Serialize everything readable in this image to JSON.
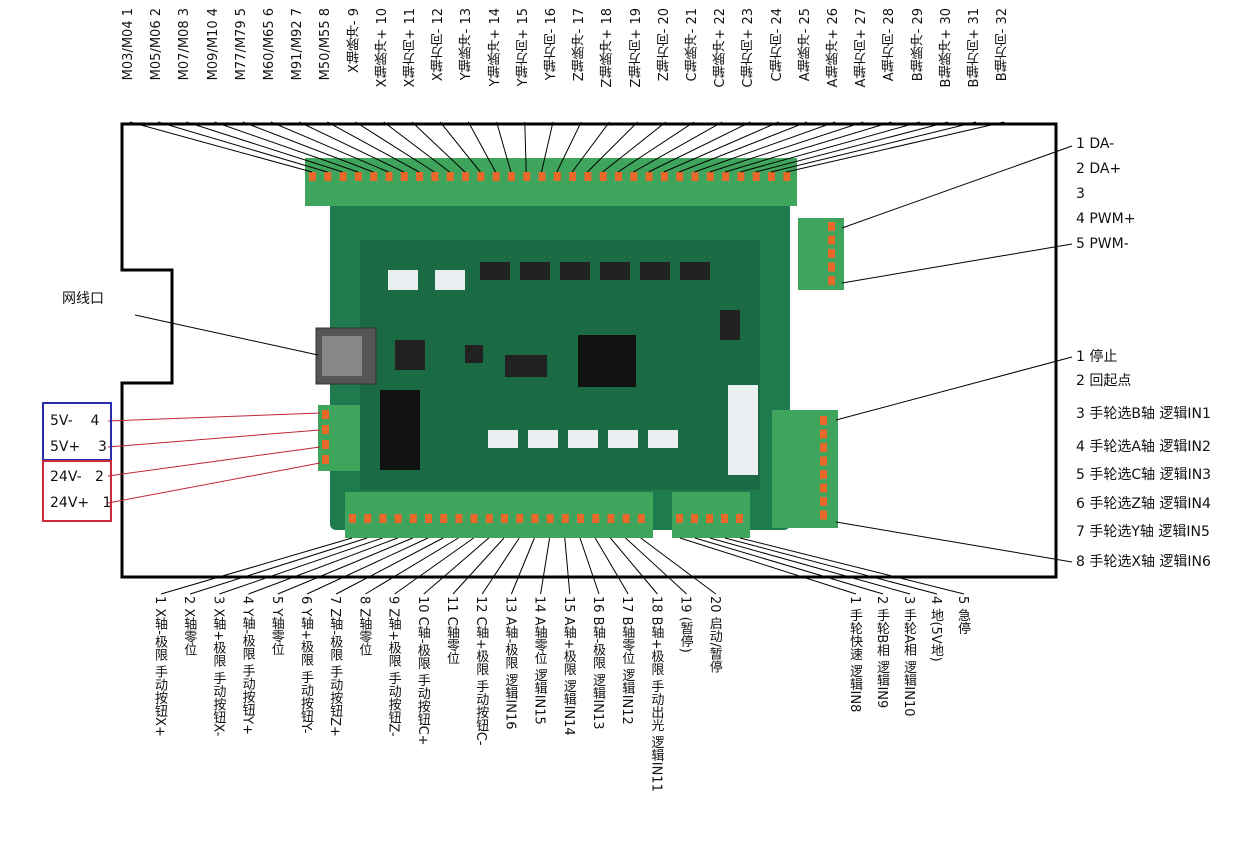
{
  "top_labels": [
    "M03/M04 1",
    "M05/M06 2",
    "M07/M08 3",
    "M09/M10 4",
    "M77/M79 5",
    "M60/M65 6",
    "M91/M92 7",
    "M50/M55 8",
    "X轴脉冲- 9",
    "X轴脉冲+ 10",
    "X轴方向+ 11",
    "X轴方向- 12",
    "Y轴脉冲- 13",
    "Y轴脉冲+ 14",
    "Y轴方向+ 15",
    "Y轴方向- 16",
    "Z轴脉冲- 17",
    "Z轴脉冲+ 18",
    "Z轴方向+ 19",
    "Z轴方向- 20",
    "C轴脉冲- 21",
    "C轴脉冲+ 22",
    "C轴方向+ 23",
    "C轴方向- 24",
    "A轴脉冲- 25",
    "A轴脉冲+ 26",
    "A轴方向+ 27",
    "A轴方向- 28",
    "B轴脉冲- 29",
    "B轴脉冲+ 30",
    "B轴方向+ 31",
    "B轴方向- 32"
  ],
  "right_top_labels": [
    "1  DA-",
    "2 DA+",
    "3",
    "4 PWM+",
    "5 PWM-"
  ],
  "right_mid_labels": [
    "1 停止",
    "2 回起点",
    "3 手轮选B轴  逻辑IN1",
    "4 手轮选A轴  逻辑IN2",
    "5 手轮选C轴  逻辑IN3",
    "6 手轮选Z轴  逻辑IN4",
    "7 手轮选Y轴  逻辑IN5",
    "8 手轮选X轴  逻辑IN6"
  ],
  "network_label": "网线口",
  "power_labels": [
    "5V-    4",
    "5V+    3",
    "24V-   2",
    "24V+   1"
  ],
  "bottom_labels_a": [
    "1  X轴-极限   手动按钮X+",
    "2  X轴零位",
    "3  X轴+极限  手动按钮X-",
    "4  Y轴-极限  手动按钮Y+",
    "5  Y轴零位",
    "6  Y轴+极限   手动按钮Y-",
    "7  Z轴-极限   手动按钮Z+",
    "8  Z轴零位",
    "9  Z轴+极限  手动按钮Z-",
    "10  C轴-极限  手动按钮C+",
    "11  C轴零位",
    "12  C轴+极限   手动按钮C-",
    "13  A轴-极限  逻辑IN16",
    "14  A轴零位   逻辑IN15",
    "15  A轴+极限 逻辑IN14",
    "16  B轴-极限 逻辑IN13",
    "17  B轴零位  逻辑IN12",
    "18  B轴+极限   手动出光  逻辑IN11",
    "19  (暂停)",
    "20  启动/暂停"
  ],
  "bottom_labels_b": [
    "1  手轮快速 逻辑IN8",
    "2  手轮B相  逻辑IN9",
    "3  手轮A相  逻辑IN10",
    "4  地(5V地)",
    "5  急停"
  ],
  "colors": {
    "outline": "#000000",
    "pcb": "#1f7a4d",
    "connector": "#3fa55c",
    "terminal_orange": "#e8692a",
    "box_blue": "#2a2ab0",
    "box_red": "#cc2a3a",
    "wire_red": "#c0263a"
  }
}
